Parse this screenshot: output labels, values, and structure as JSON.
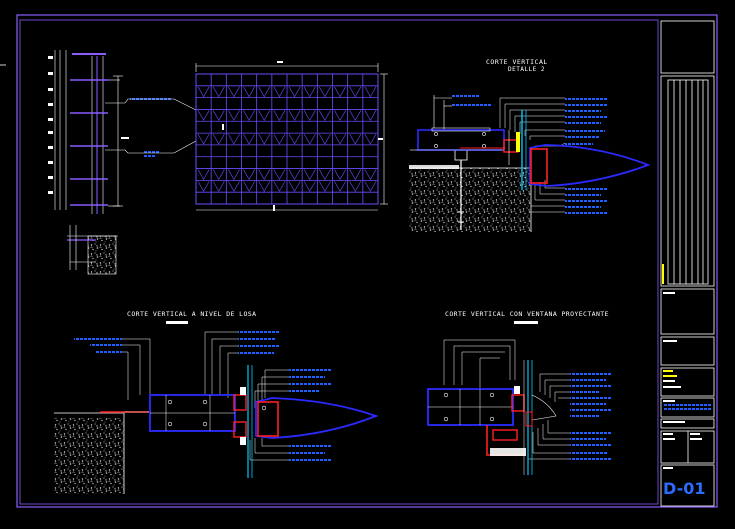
{
  "colors": {
    "background": "#000000",
    "sheet_border": "#8a5cff",
    "line_white": "#ffffff",
    "line_blue": "#2a2aff",
    "line_red": "#ff2020",
    "annotation_blue": "#2060ff",
    "yellow": "#ffff00",
    "cyan": "#00c8ff",
    "grid": "#6a4cff"
  },
  "drawing": {
    "section_top_right_title": "CORTE VERTICAL",
    "section_top_right_subtitle": "DETALLE 2",
    "section_bottom_left_title": "CORTE VERTICAL A NIVEL DE LOSA",
    "section_bottom_right_title": "CORTE VERTICAL CON VENTANA PROYECTANTE"
  },
  "title_block": {
    "sheet_number": "D-01"
  }
}
